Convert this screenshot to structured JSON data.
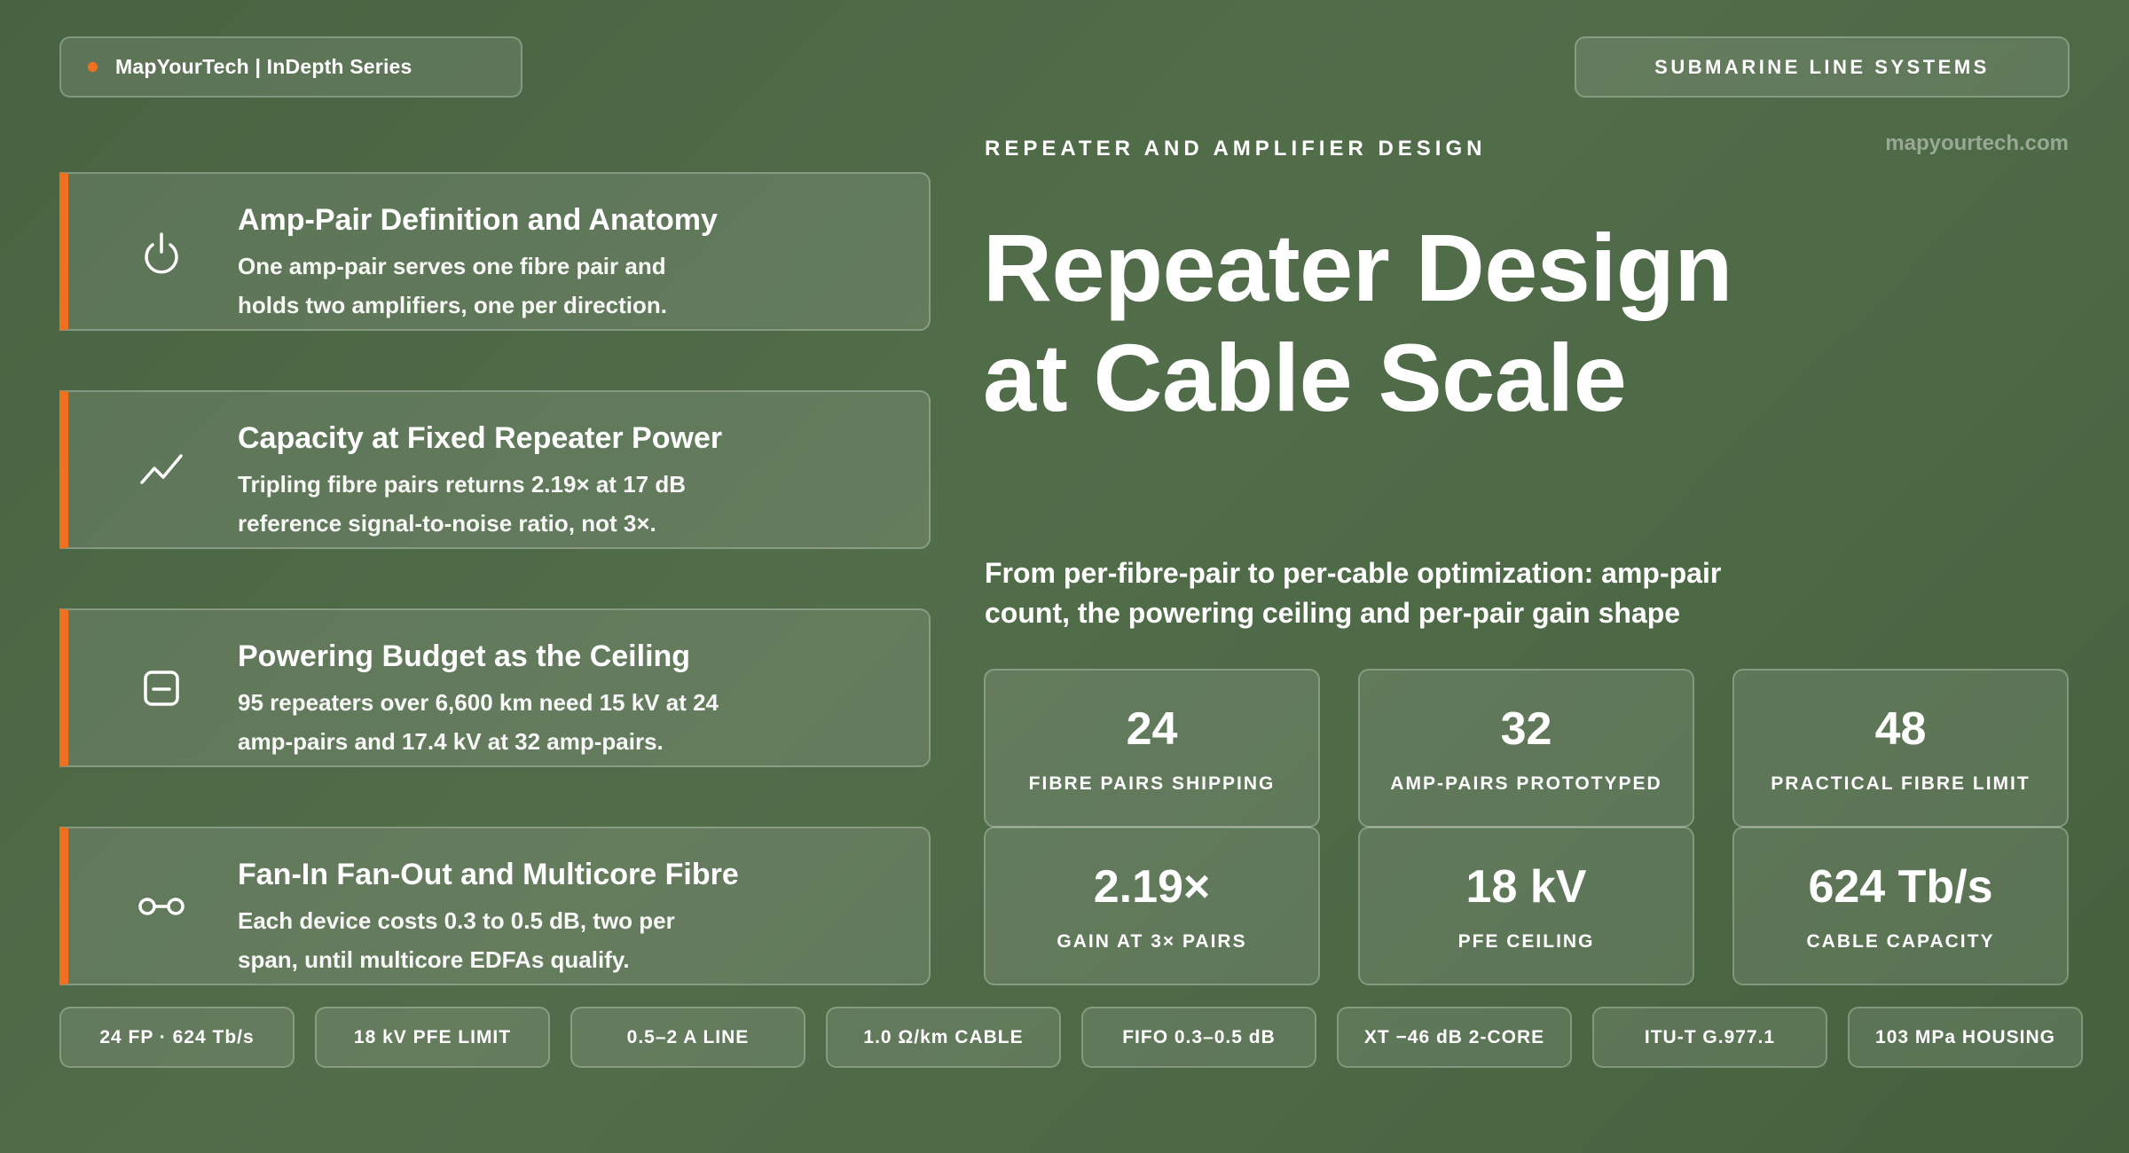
{
  "header": {
    "brand": "MapYourTech | InDepth Series",
    "category": "SUBMARINE LINE SYSTEMS",
    "eyebrow": "REPEATER AND AMPLIFIER DESIGN",
    "site": "mapyourtech.com",
    "title_line1": "Repeater Design",
    "title_line2": "at Cable Scale",
    "subtitle": "From per-fibre-pair to per-cable optimization: amp-pair count, the powering ceiling and per-pair gain shape"
  },
  "features": [
    {
      "icon": "power-icon",
      "title": "Amp-Pair Definition and Anatomy",
      "line1": "One amp-pair serves one fibre pair and",
      "line2": "holds two amplifiers, one per direction."
    },
    {
      "icon": "trend-line-icon",
      "title": "Capacity at Fixed Repeater Power",
      "line1": "Tripling fibre pairs returns 2.19× at 17 dB",
      "line2": "reference signal-to-noise ratio, not 3×."
    },
    {
      "icon": "battery-box-icon",
      "title": "Powering Budget as the Ceiling",
      "line1": "95 repeaters over 6,600 km need 15 kV at 24",
      "line2": "amp-pairs and 17.4 kV at 32 amp-pairs."
    },
    {
      "icon": "link-nodes-icon",
      "title": "Fan-In Fan-Out and Multicore Fibre",
      "line1": "Each device costs 0.3 to 0.5 dB, two per",
      "line2": "span, until multicore EDFAs qualify."
    }
  ],
  "stats": [
    {
      "value": "24",
      "label": "FIBRE PAIRS SHIPPING"
    },
    {
      "value": "32",
      "label": "AMP-PAIRS PROTOTYPED"
    },
    {
      "value": "48",
      "label": "PRACTICAL FIBRE LIMIT"
    },
    {
      "value": "2.19×",
      "label": "GAIN AT 3× PAIRS"
    },
    {
      "value": "18 kV",
      "label": "PFE CEILING"
    },
    {
      "value": "624 Tb/s",
      "label": "CABLE CAPACITY"
    }
  ],
  "tags": [
    "24 FP · 624 Tb/s",
    "18 kV PFE LIMIT",
    "0.5–2 A LINE",
    "1.0 Ω/km CABLE",
    "FIFO 0.3–0.5 dB",
    "XT −46 dB 2-CORE",
    "ITU-T G.977.1",
    "103 MPa HOUSING"
  ],
  "colors": {
    "accent": "#f07020",
    "background": "#4d6846"
  }
}
